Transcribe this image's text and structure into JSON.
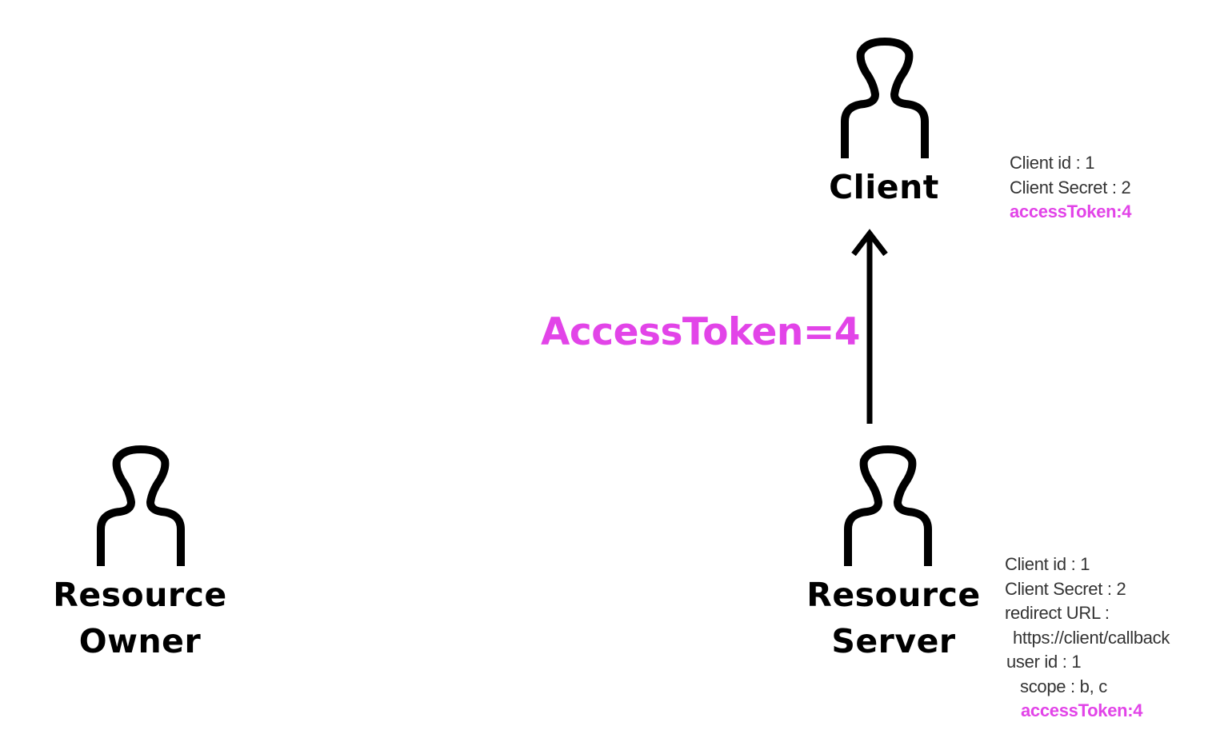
{
  "colors": {
    "accent": "#e244e8",
    "ink": "#000000",
    "note_text": "#333333",
    "background": "#ffffff"
  },
  "actors": {
    "client": {
      "icon": "person-icon",
      "label": "Client"
    },
    "resource_owner": {
      "icon": "person-icon",
      "label_line1": "Resource",
      "label_line2": "Owner"
    },
    "resource_server": {
      "icon": "person-icon",
      "label_line1": "Resource",
      "label_line2": "Server"
    }
  },
  "client_info": {
    "client_id": "Client id : 1",
    "client_secret": "Client Secret : 2",
    "access_token": "accessToken:4"
  },
  "server_info": {
    "client_id": "Client id : 1",
    "client_secret": "Client Secret : 2",
    "redirect_url_label": "redirect URL :",
    "redirect_url_value": "https://client/callback",
    "user_id": "user id : 1",
    "scope": "scope : b, c",
    "access_token": "accessToken:4"
  },
  "flow": {
    "label": "AccessToken=4",
    "arrow": "arrow-up-icon"
  }
}
